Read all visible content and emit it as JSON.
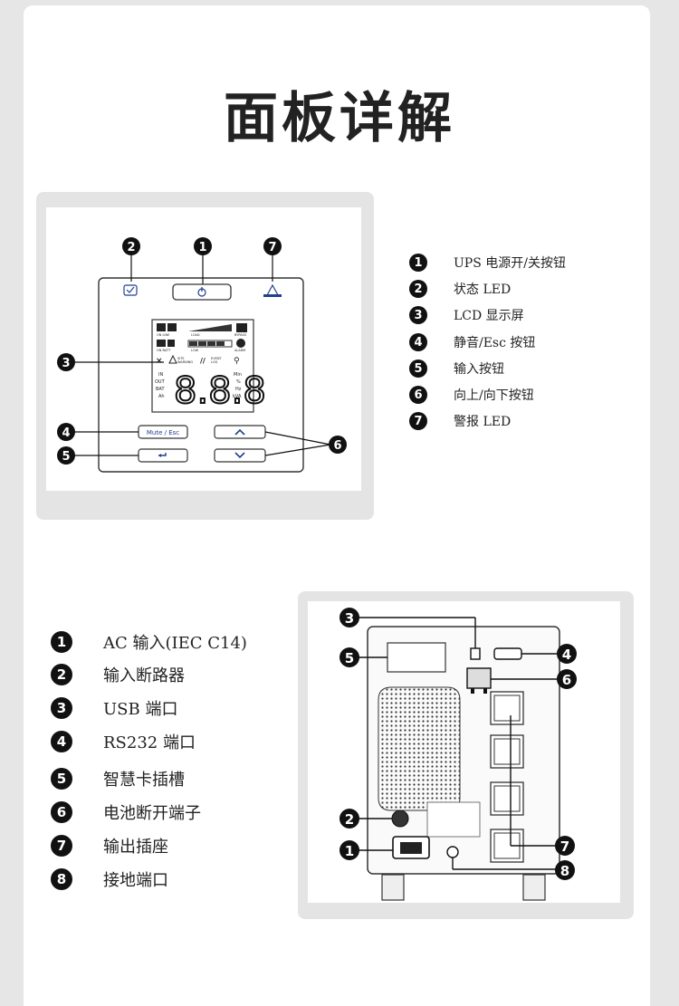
{
  "title": "面板详解",
  "front_panel": {
    "buttons": {
      "mute": "Mute / Esc"
    },
    "lcd_digits": "8.8.8",
    "lcd_labels": {
      "in": "IN",
      "out": "OUT",
      "bat": "BAT",
      "ah": "Ah",
      "min": "Min",
      "pct": "%",
      "hz": "Hz",
      "kva": "kVA",
      "event": "EVENT LOG",
      "warn": "SITE WARNING"
    },
    "legend": [
      {
        "n": "1",
        "text": "UPS 电源开/关按钮"
      },
      {
        "n": "2",
        "text": "状态 LED"
      },
      {
        "n": "3",
        "text": "LCD 显示屏"
      },
      {
        "n": "4",
        "text": "静音/Esc 按钮"
      },
      {
        "n": "5",
        "text": "输入按钮"
      },
      {
        "n": "6",
        "text": "向上/向下按钮"
      },
      {
        "n": "7",
        "text": "警报 LED"
      }
    ]
  },
  "rear_panel": {
    "legend": [
      {
        "n": "1",
        "text": "AC  输入(IEC C14)"
      },
      {
        "n": "2",
        "text": "输入断路器"
      },
      {
        "n": "3",
        "text": "USB  端口"
      },
      {
        "n": "4",
        "text": "RS232 端口"
      },
      {
        "n": "5",
        "text": "智慧卡插槽"
      },
      {
        "n": "6",
        "text": "电池断开端子"
      },
      {
        "n": "7",
        "text": "输出插座"
      },
      {
        "n": "8",
        "text": "接地端口"
      }
    ]
  },
  "colors": {
    "bg": "#e6e6e6",
    "card": "#ffffff",
    "frame": "#e4e4e4",
    "ink": "#111111",
    "button_blue": "#1f3f8f"
  }
}
